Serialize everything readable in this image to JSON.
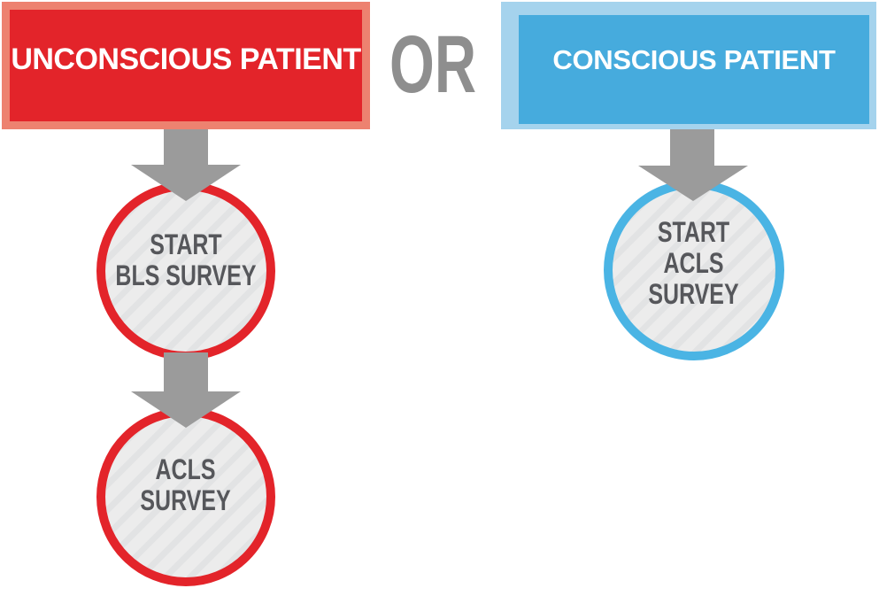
{
  "header": {
    "left_box": {
      "label": "UNCONSCIOUS PATIENT"
    },
    "connector": "OR",
    "right_box": {
      "label": "CONSCIOUS PATIENT"
    }
  },
  "nodes": {
    "start_bls": {
      "lines": [
        "START",
        "BLS SURVEY"
      ]
    },
    "acls": {
      "lines": [
        "ACLS",
        "SURVEY"
      ]
    },
    "start_acls": {
      "lines": [
        "START",
        "ACLS",
        "SURVEY"
      ]
    }
  },
  "palette": {
    "red_fill": "#e3242a",
    "red_border": "#ed8270",
    "blue_fill": "#46abdd",
    "blue_border": "#a5d3ed",
    "blue_ring": "#4ab4e4",
    "arrow_gray": "#9b9b9b",
    "or_gray": "#8e8e8e",
    "node_fill": "#ececec",
    "node_stripe": "#e2e3e4",
    "node_text": "#56575b",
    "box_text": "#ffffff"
  }
}
